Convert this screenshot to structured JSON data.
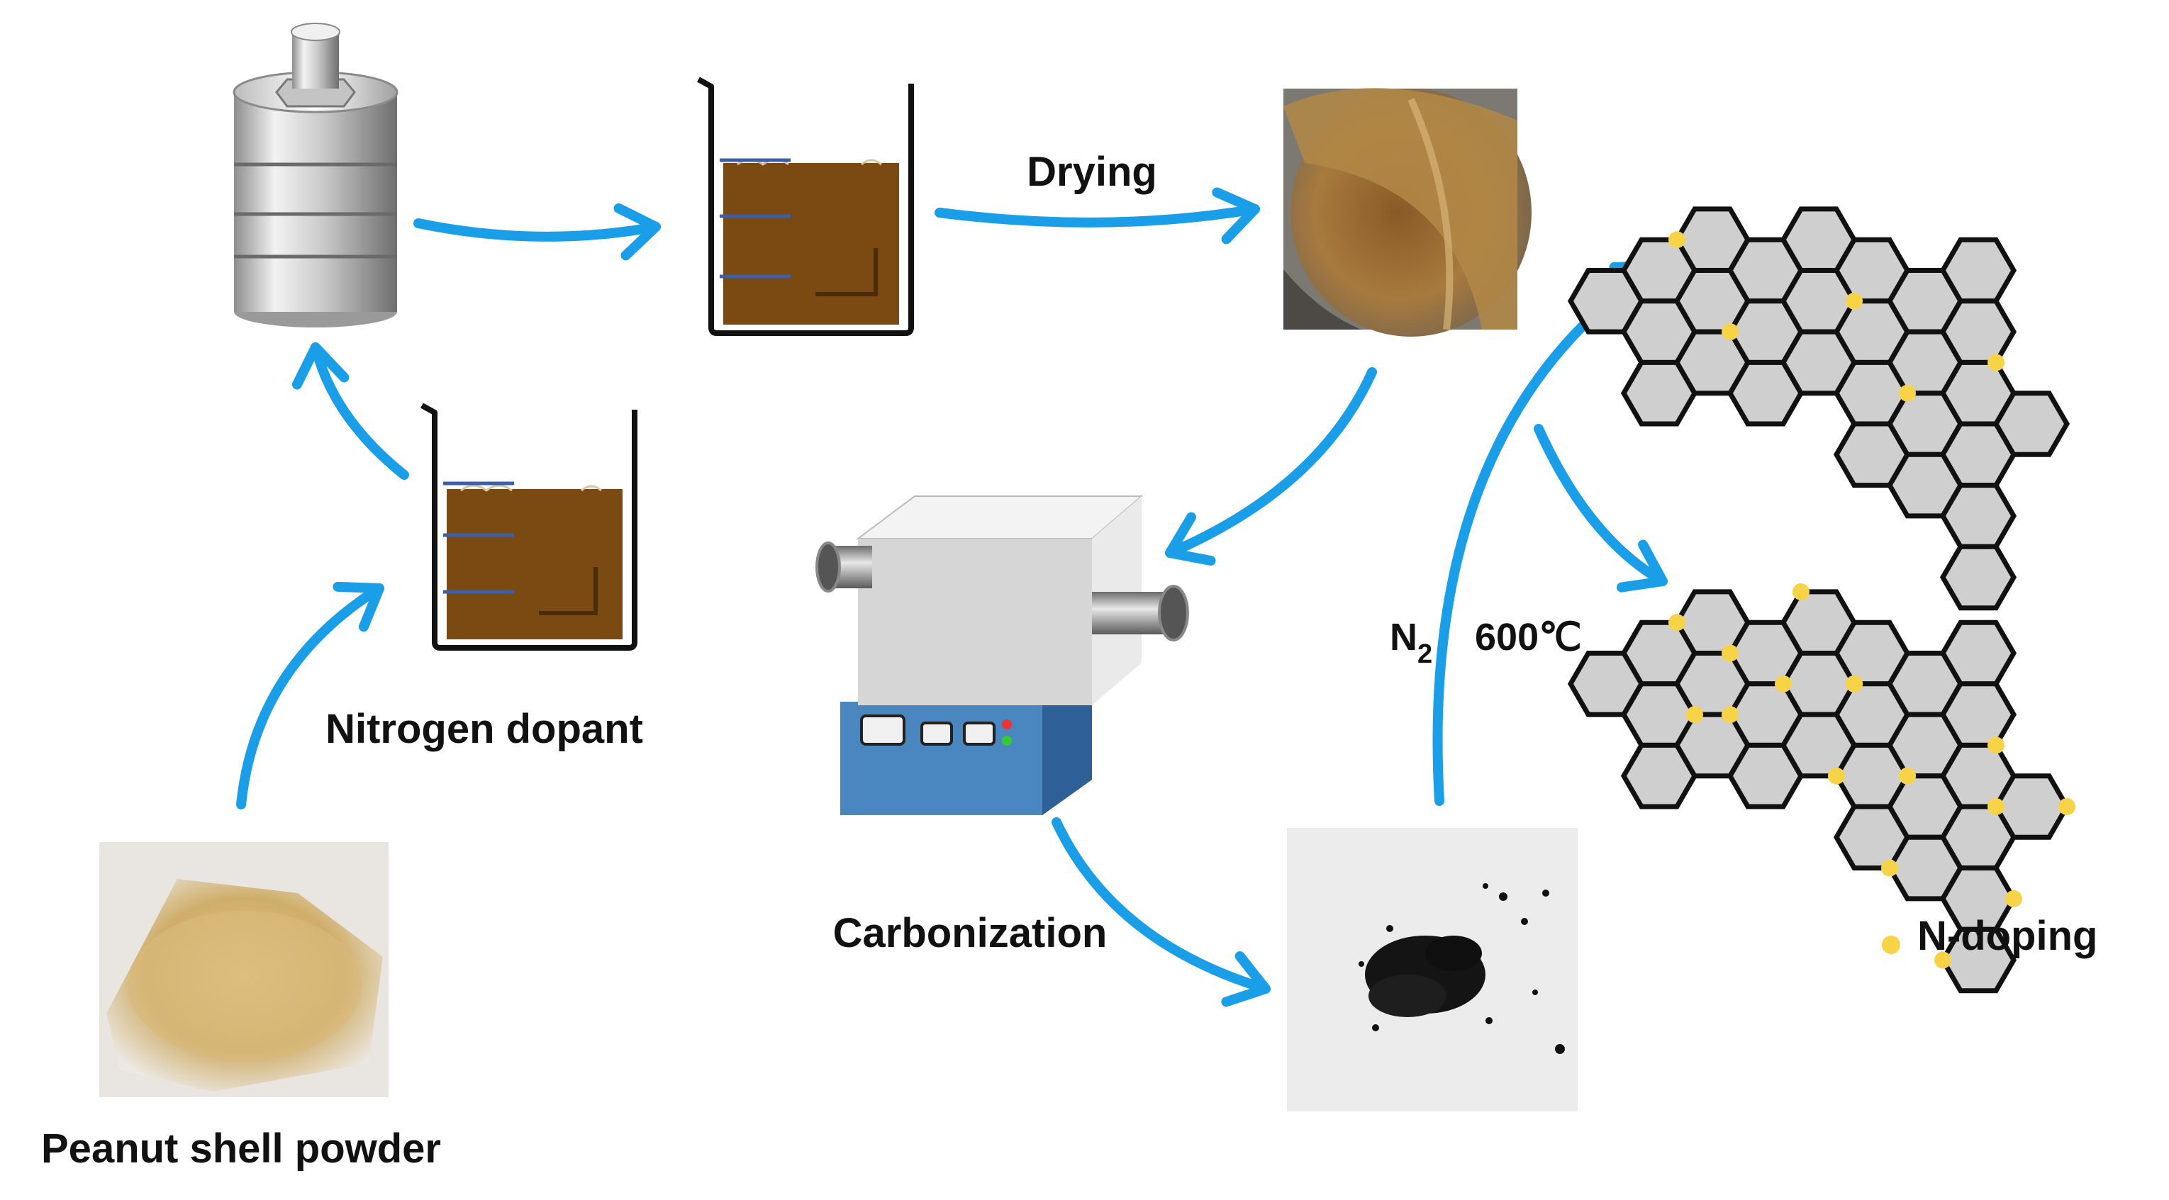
{
  "labels": {
    "drying": "Drying",
    "nitrogen_dopant": "Nitrogen dopant",
    "peanut_shell_powder": "Peanut shell powder",
    "carbonization": "Carbonization",
    "atmosphere": "N",
    "atmosphere_sub": "2",
    "temperature": "600℃",
    "legend_n_doping": "N-doping"
  },
  "colors": {
    "arrow": "#1a9ee8",
    "liquid": "#7a4a12",
    "n_dot": "#f7d447",
    "hex_fill": "#cfcfcf",
    "hex_stroke": "#111111",
    "furnace_base": "#3f78b0"
  },
  "icons": {
    "autoclave": "autoclave-icon",
    "beaker": "beaker-icon",
    "furnace": "tube-furnace-icon",
    "graphene": "graphene-sheet-icon"
  }
}
